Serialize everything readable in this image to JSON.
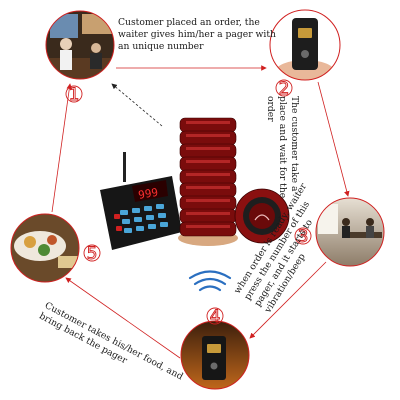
{
  "steps": [
    {
      "number": "1",
      "caption": "Customer placed an order, the waiter gives him/her a pager with an unique number"
    },
    {
      "number": "2",
      "caption": "The customer take a place and wait for the order"
    },
    {
      "number": "3",
      "caption": "when order is ready, waiter press the number of this pager, and it starts to vibration/beep"
    },
    {
      "number": "4",
      "caption": "Customer takes his/her food, and bring back the pager"
    },
    {
      "number": "5",
      "caption": ""
    }
  ],
  "transmitter_display": "999",
  "colors": {
    "accent": "#d02020",
    "pager": "#8a1010",
    "wifi": "#2a6fc0"
  },
  "icons": [
    "restaurant-photo",
    "pager-in-hand-photo",
    "cafe-photo",
    "pager-on-table-photo",
    "food-plate-photo",
    "transmitter-keypad-icon",
    "pager-stack-icon",
    "wireless-signal-icon"
  ]
}
